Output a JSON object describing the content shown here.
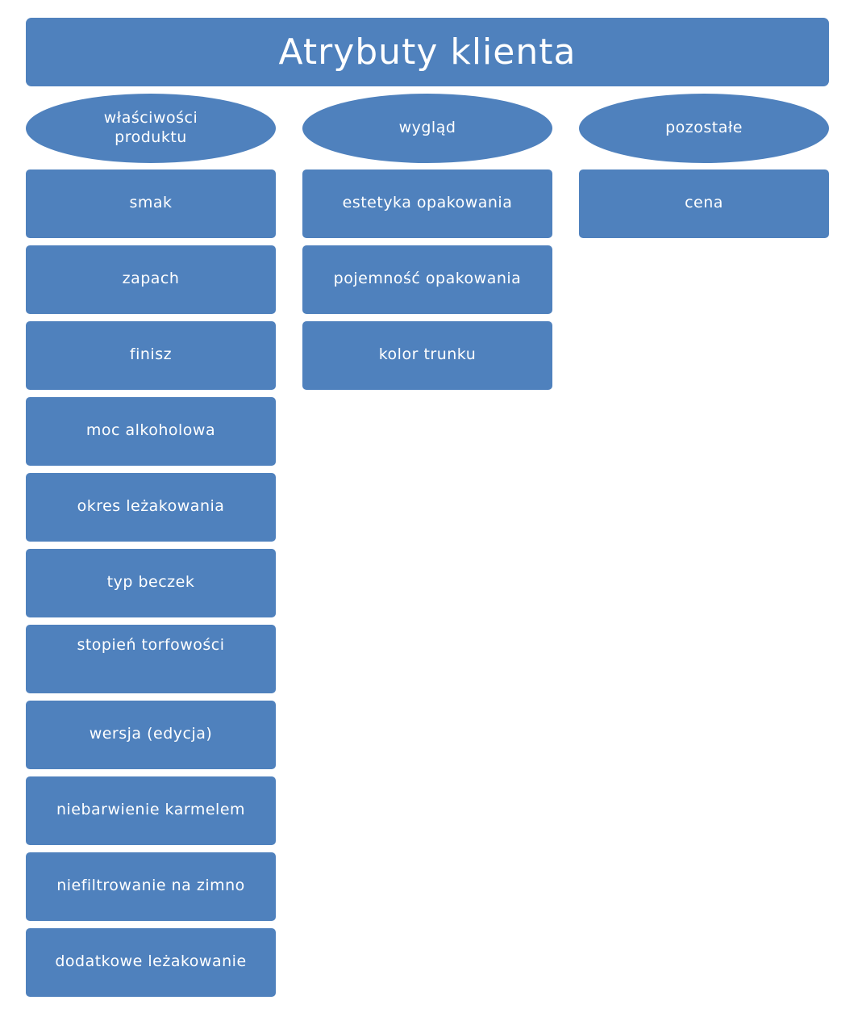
{
  "title": "Atrybuty klienta",
  "categories": [
    {
      "label": "właściwości produktu",
      "items": [
        "smak",
        "zapach",
        "finisz",
        "moc alkoholowa",
        "okres leżakowania",
        "typ beczek",
        "stopień torfowości",
        "wersja (edycja)",
        "niebarwienie karmelem",
        "niefiltrowanie na zimno",
        "dodatkowe leżakowanie"
      ]
    },
    {
      "label": "wygląd",
      "items": [
        "estetyka opakowania",
        "pojemność opakowania",
        "kolor trunku"
      ]
    },
    {
      "label": "pozostałe",
      "items": [
        "cena"
      ]
    }
  ],
  "colors": {
    "box_fill": "#4f81bd",
    "text": "#ffffff"
  }
}
